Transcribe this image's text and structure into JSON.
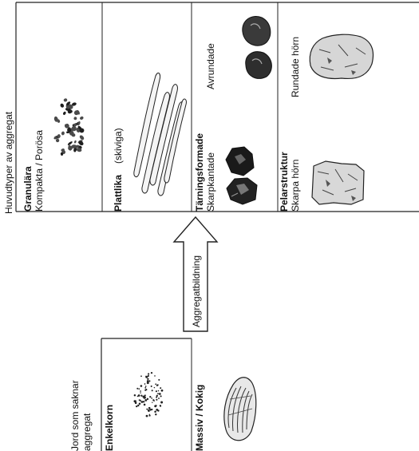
{
  "left_panel": {
    "heading_line1": "Jord som saknar",
    "heading_line2": "aggregat",
    "enkelkorn_label": "Enkelkorn",
    "massiv_label": "Massiv / Kokig"
  },
  "arrow": {
    "label": "Aggregatbildning"
  },
  "right_panel": {
    "heading": "Huvudtyper av aggregat",
    "granular": {
      "title": "Granulära",
      "subtitle": "Kompakta / Porösa"
    },
    "plattlika": {
      "title": "Plattlika",
      "subtitle": "(skiviga)"
    },
    "tarning": {
      "title": "Tärningsformade",
      "sub_sharp": "Skarpkantade",
      "sub_round": "Avrundade"
    },
    "pelar": {
      "title": "Pelarstruktur",
      "sub_sharp": "Skarpa hörn",
      "sub_round": "Rundade hörn"
    }
  }
}
